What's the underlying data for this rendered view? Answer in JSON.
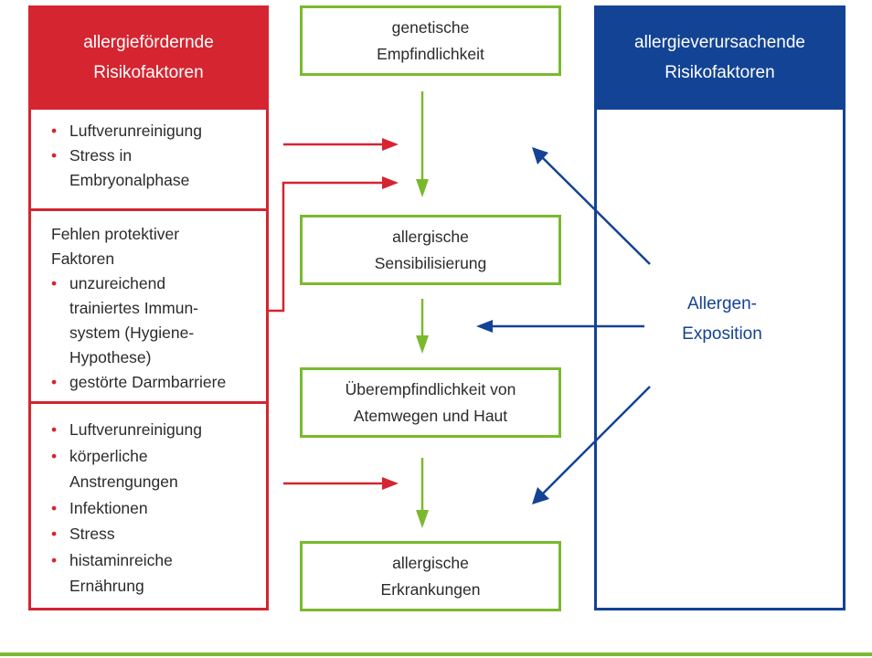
{
  "colors": {
    "red": "#d42530",
    "green": "#7ab92e",
    "blue": "#134394",
    "text": "#2b2b2b"
  },
  "left_column": {
    "header": {
      "line1": "allergiefördernde",
      "line2": "Risikofaktoren"
    },
    "section1": {
      "items": [
        "Luftverunreinigung",
        "Stress in Embryonalphase"
      ]
    },
    "section2": {
      "heading_line1": "Fehlen protektiver",
      "heading_line2": "Faktoren",
      "items": [
        "unzureichend trainiertes Immun-system (Hygiene-Hypothese)",
        "gestörte Darmbarriere"
      ]
    },
    "section3": {
      "items": [
        "Luftverunreinigung",
        "körperliche Anstrengungen",
        "Infektionen",
        "Stress",
        "histaminreiche Ernährung"
      ]
    }
  },
  "center_column": {
    "steps": [
      {
        "line1": "genetische",
        "line2": "Empfindlichkeit"
      },
      {
        "line1": "allergische",
        "line2": "Sensibilisierung"
      },
      {
        "line1": "Überempfindlichkeit von",
        "line2": "Atemwegen und Haut"
      },
      {
        "line1": "allergische",
        "line2": "Erkrankungen"
      }
    ]
  },
  "right_column": {
    "header": {
      "line1": "allergieverursachende",
      "line2": "Risikofaktoren"
    },
    "label": {
      "line1": "Allergen-",
      "line2": "Exposition"
    }
  }
}
